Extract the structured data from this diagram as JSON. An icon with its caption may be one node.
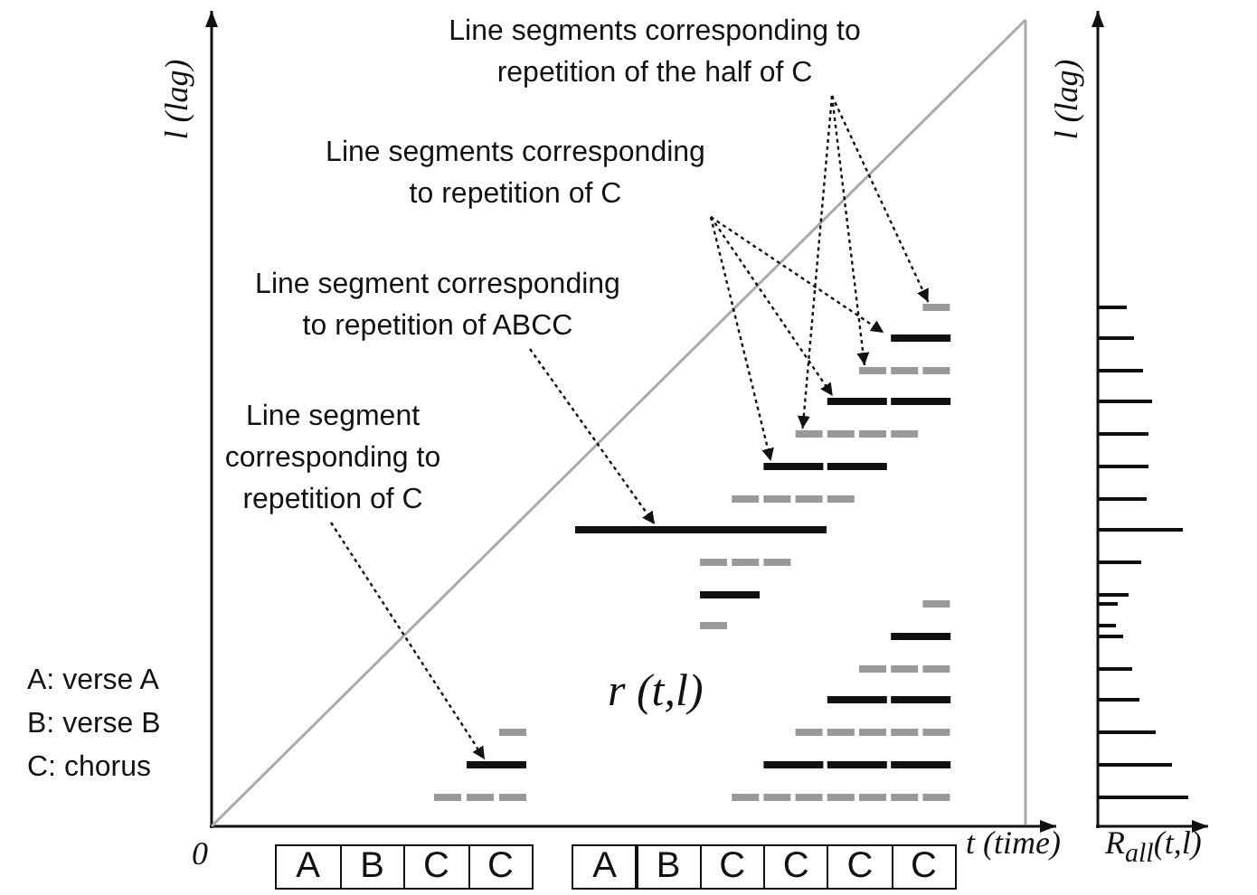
{
  "diagram": {
    "nodes": [
      {
        "text": [
          "Line segments corresponding to repetition of the half of C"
        ]
      },
      {
        "text": [
          "Line segments corresponding to repetition of C"
        ]
      },
      {
        "text": [
          "Line segment corresponding to repetition of ABCC"
        ]
      },
      {
        "text": [
          "Line segment corresponding to repetition of C"
        ]
      },
      {
        "text": [],
        "shape": "bar"
      },
      {
        "text": [],
        "shape": "bar"
      },
      {
        "text": [],
        "shape": "bar"
      },
      {
        "text": [],
        "shape": "bar"
      },
      {
        "text": [],
        "shape": "bar"
      },
      {
        "text": [],
        "shape": "bar"
      },
      {
        "text": [],
        "shape": "bar"
      },
      {
        "text": [],
        "shape": "bar"
      },
      {
        "text": [
          "A"
        ]
      },
      {
        "text": [
          "B"
        ]
      },
      {
        "text": [
          "C"
        ]
      },
      {
        "text": [
          "C"
        ]
      },
      {
        "text": [
          "A"
        ]
      },
      {
        "text": [
          "B"
        ]
      },
      {
        "text": [
          "C"
        ]
      },
      {
        "text": [
          "C"
        ]
      },
      {
        "text": [
          "C"
        ]
      },
      {
        "text": [
          "C"
        ]
      }
    ],
    "edges": [
      {
        "from": 0,
        "to": 4,
        "arrow": "to",
        "style": "dashed"
      },
      {
        "from": 0,
        "to": 6,
        "arrow": "to",
        "style": "dashed"
      },
      {
        "from": 0,
        "to": 8,
        "arrow": "to",
        "style": "dashed"
      },
      {
        "from": 1,
        "to": 5,
        "arrow": "to",
        "style": "dashed"
      },
      {
        "from": 1,
        "to": 7,
        "arrow": "to",
        "style": "dashed"
      },
      {
        "from": 1,
        "to": 9,
        "arrow": "to",
        "style": "dashed"
      },
      {
        "from": 2,
        "to": 10,
        "arrow": "to",
        "style": "dashed"
      },
      {
        "from": 3,
        "to": 11,
        "arrow": "to",
        "style": "dashed"
      }
    ],
    "labels": [
      "l (lag)",
      "l (lag)",
      "A: verse A",
      "B: verse B",
      "C: chorus",
      "r (t,l)",
      "0",
      "t (time)",
      "R$_{all}$(t,l)"
    ]
  }
}
